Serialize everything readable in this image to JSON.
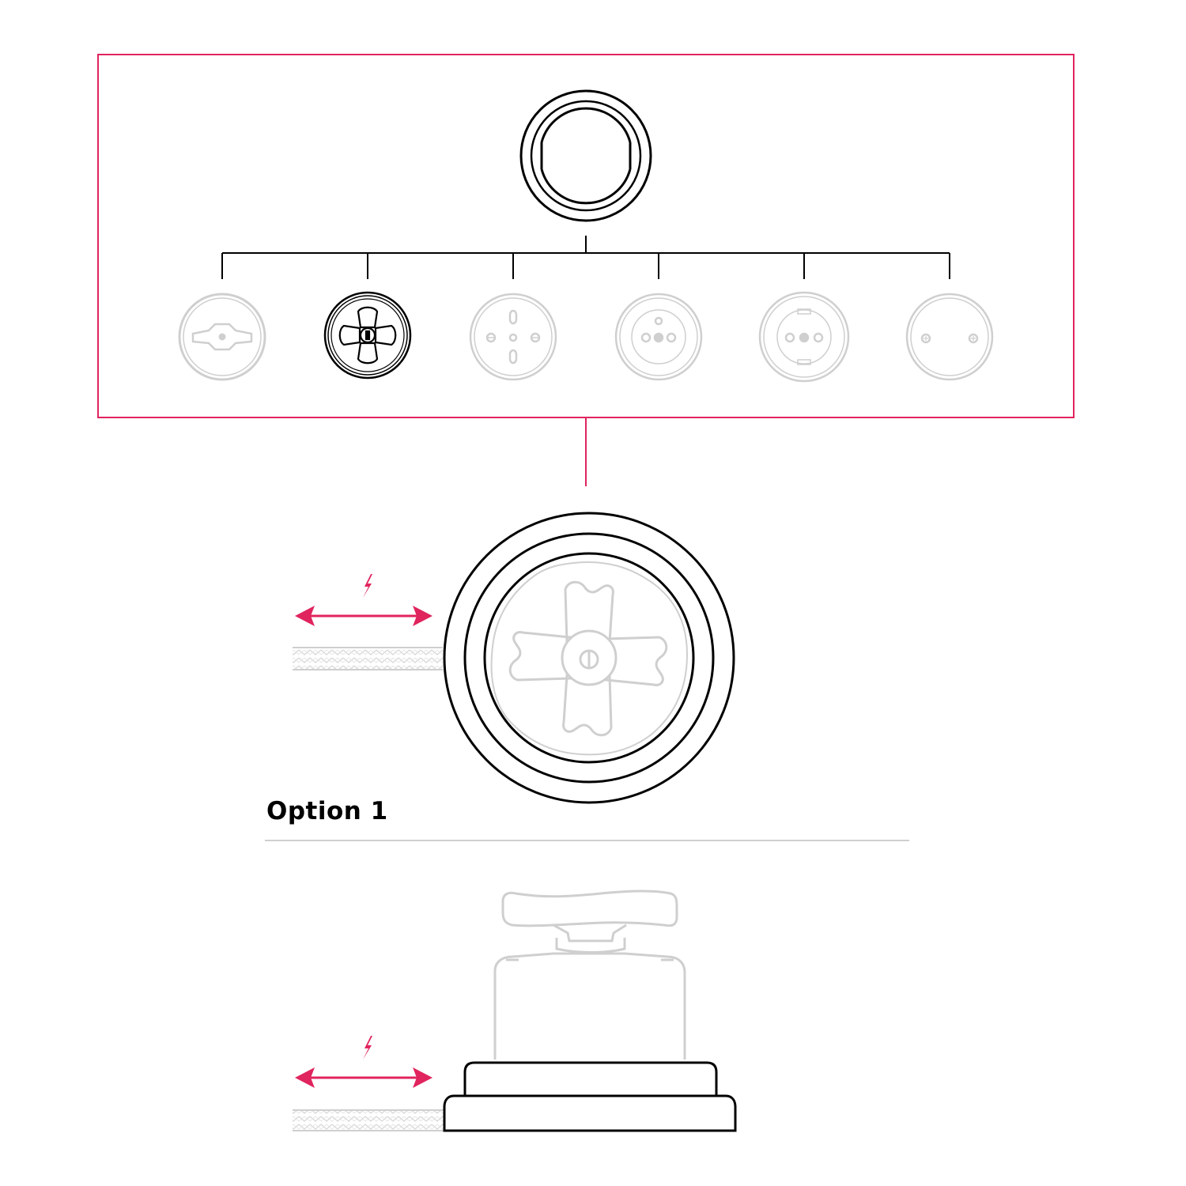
{
  "option": {
    "label": "Option 1"
  },
  "colors": {
    "accent": "#e0245e",
    "ink": "#000000",
    "faint": "#cfcfcf",
    "background": "#ffffff"
  },
  "variants": [
    {
      "id": "toggle",
      "selected": false
    },
    {
      "id": "rotary-knob",
      "selected": true
    },
    {
      "id": "socket-three-slot",
      "selected": false
    },
    {
      "id": "socket-pin",
      "selected": false
    },
    {
      "id": "socket-schuko",
      "selected": false
    },
    {
      "id": "blank-cover",
      "selected": false
    }
  ]
}
